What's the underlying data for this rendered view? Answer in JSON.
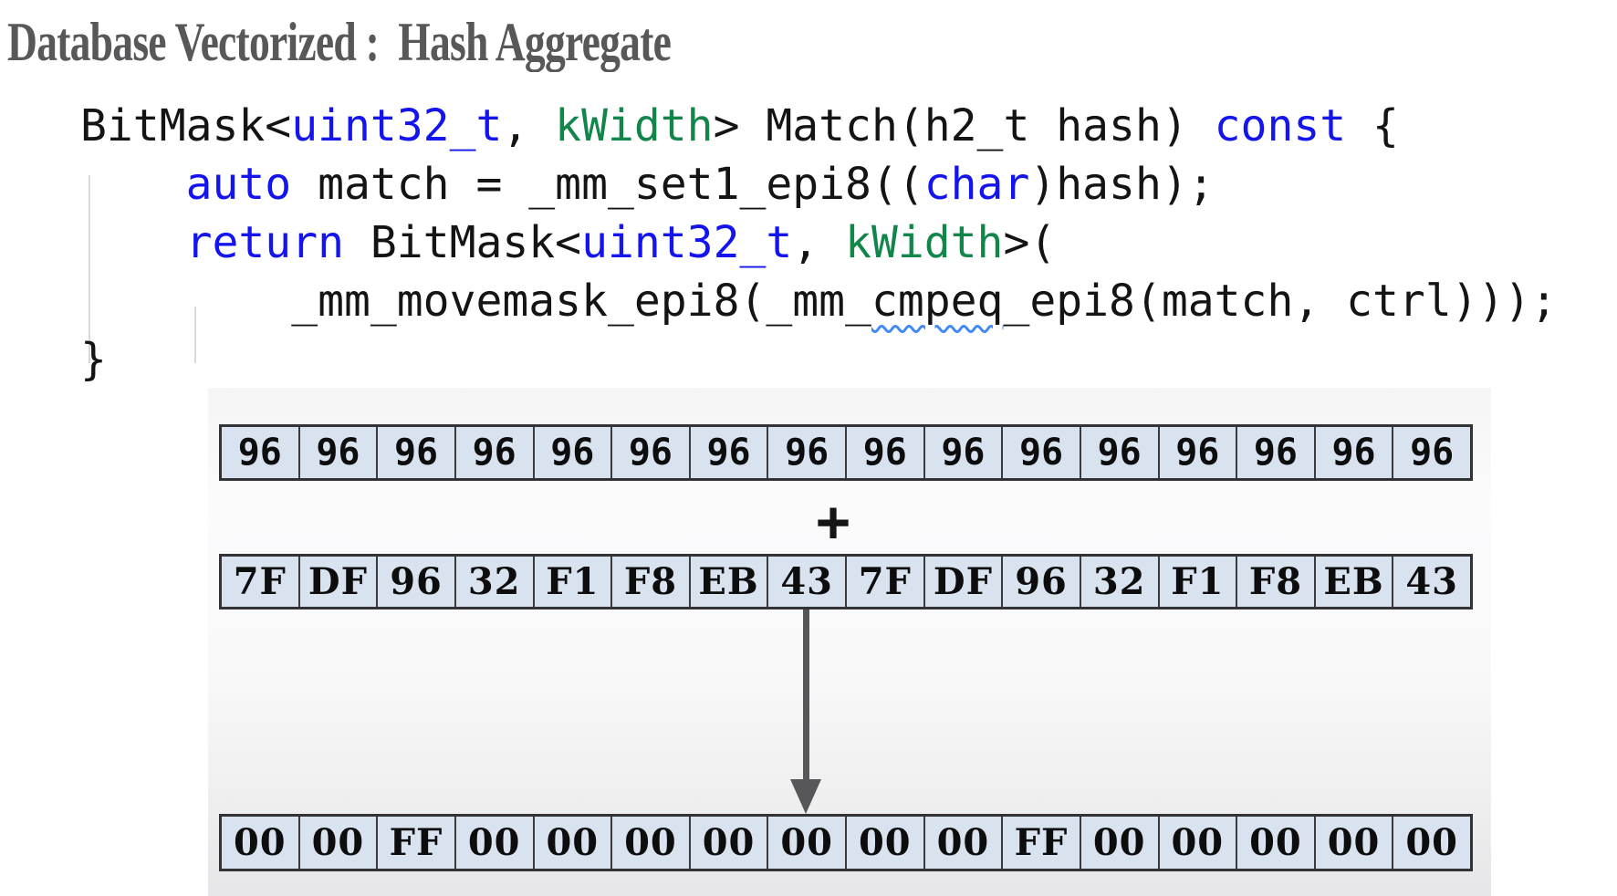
{
  "slide": {
    "title": "Database Vectorized :  Hash Aggregate"
  },
  "code": {
    "lines": [
      {
        "indent": 0,
        "segments": [
          {
            "text": "BitMask<",
            "color": "plain"
          },
          {
            "text": "uint32_t",
            "color": "keyword"
          },
          {
            "text": ", ",
            "color": "plain"
          },
          {
            "text": "kWidth",
            "color": "type"
          },
          {
            "text": "> Match(h2_t hash) ",
            "color": "plain"
          },
          {
            "text": "const",
            "color": "keyword"
          },
          {
            "text": " {",
            "color": "plain"
          }
        ]
      },
      {
        "indent": 1,
        "segments": [
          {
            "text": "auto",
            "color": "keyword"
          },
          {
            "text": " match = _mm_set1_epi8((",
            "color": "plain"
          },
          {
            "text": "char",
            "color": "keyword"
          },
          {
            "text": ")hash);",
            "color": "plain"
          }
        ]
      },
      {
        "indent": 1,
        "segments": [
          {
            "text": "return",
            "color": "keyword"
          },
          {
            "text": " BitMask<",
            "color": "plain"
          },
          {
            "text": "uint32_t",
            "color": "keyword"
          },
          {
            "text": ", ",
            "color": "plain"
          },
          {
            "text": "kWidth",
            "color": "type"
          },
          {
            "text": ">(",
            "color": "plain"
          }
        ]
      },
      {
        "indent": 2,
        "segments": [
          {
            "text": "_mm_movemask_epi8(_mm_",
            "color": "plain"
          },
          {
            "text": "cmpeq",
            "color": "plain",
            "squiggle": true
          },
          {
            "text": "_epi8(match, ctrl)));",
            "color": "plain"
          }
        ]
      },
      {
        "indent": 0,
        "segments": [
          {
            "text": "}",
            "color": "plain"
          }
        ]
      }
    ]
  },
  "diagram": {
    "plus_label": "+",
    "rows": [
      {
        "name": "broadcast-hash-vector",
        "cells": [
          "96",
          "96",
          "96",
          "96",
          "96",
          "96",
          "96",
          "96",
          "96",
          "96",
          "96",
          "96",
          "96",
          "96",
          "96",
          "96"
        ]
      },
      {
        "name": "ctrl-bytes-vector",
        "cells": [
          "7F",
          "DF",
          "96",
          "32",
          "F1",
          "F8",
          "EB",
          "43",
          "7F",
          "DF",
          "96",
          "32",
          "F1",
          "F8",
          "EB",
          "43"
        ]
      },
      {
        "name": "result-mask-vector",
        "cells": [
          "00",
          "00",
          "FF",
          "00",
          "00",
          "00",
          "00",
          "00",
          "00",
          "00",
          "FF",
          "00",
          "00",
          "00",
          "00",
          "00"
        ]
      }
    ]
  },
  "colors": {
    "title_gray": "#58585a",
    "code_plain": "#141414",
    "code_keyword_blue": "#1414ee",
    "code_type_green": "#12864a",
    "squiggle_blue": "#4189f5",
    "cell_fill": "#d9e3f0",
    "cell_border": "#3b3b3e",
    "arrow_gray": "#57575a"
  }
}
